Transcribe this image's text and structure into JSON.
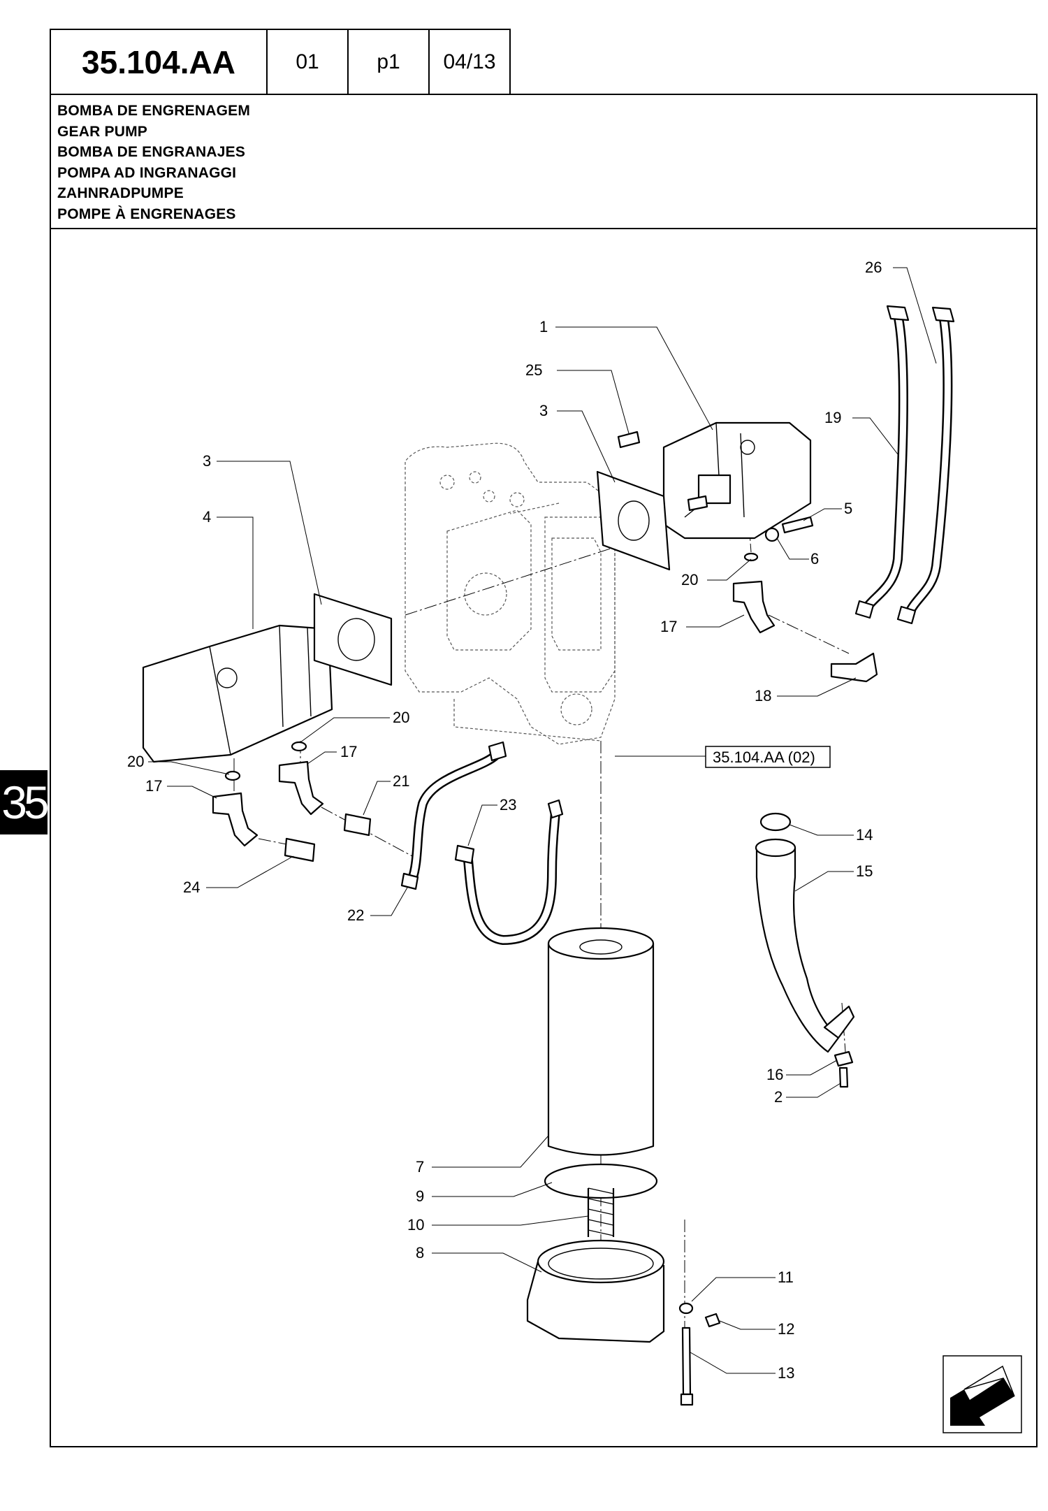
{
  "header": {
    "code": "35.104.AA",
    "field_2": "01",
    "field_3": "p1",
    "field_4": "04/13"
  },
  "titles": [
    "BOMBA DE ENGRENAGEM",
    "GEAR PUMP",
    "BOMBA DE ENGRANAJES",
    "POMPA AD INGRANAGGI",
    "ZAHNRADPUMPE",
    "POMPE À ENGRENAGES"
  ],
  "section_tab": "35",
  "diagram": {
    "reference_box": "35.104.AA (02)",
    "callouts": [
      "26",
      "1",
      "25",
      "3",
      "19",
      "3",
      "4",
      "5",
      "6",
      "20",
      "17",
      "18",
      "20",
      "20",
      "17",
      "21",
      "17",
      "23",
      "24",
      "22",
      "14",
      "15",
      "16",
      "2",
      "7",
      "9",
      "10",
      "8",
      "11",
      "12",
      "13"
    ]
  },
  "nav_icon": "next-page-arrow-icon"
}
